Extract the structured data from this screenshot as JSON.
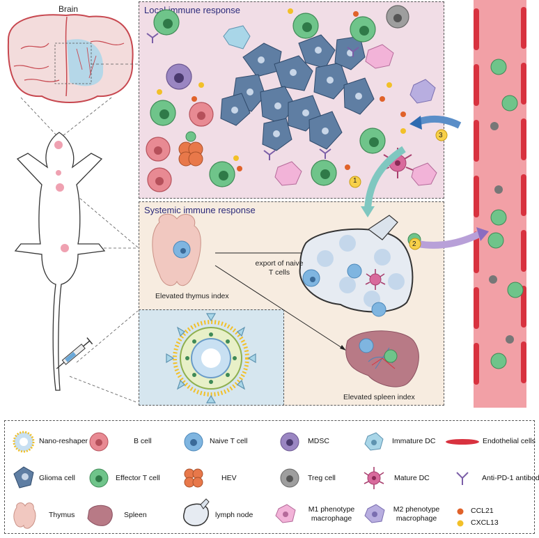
{
  "brain": {
    "label": "Brain"
  },
  "panels": {
    "local": {
      "title": "Local immune response"
    },
    "systemic": {
      "title": "Systemic immune response"
    }
  },
  "systemic_labels": {
    "thymus": "Elevated thymus index",
    "export": "export of naive T cells",
    "spleen": "Elevated spleen index"
  },
  "steps": [
    "1",
    "2",
    "3"
  ],
  "legend": [
    {
      "label": "Nano-reshaper",
      "icon": "nano-reshaper-icon"
    },
    {
      "label": "B cell",
      "icon": "b-cell-icon",
      "color": "#e88a93"
    },
    {
      "label": "Naive T cell",
      "icon": "naive-t-cell-icon",
      "color": "#7fb5e0"
    },
    {
      "label": "MDSC",
      "icon": "mdsc-icon",
      "color": "#9a86c2"
    },
    {
      "label": "Immature DC",
      "icon": "immature-dc-icon",
      "color": "#a9d6e8"
    },
    {
      "label": "Endothelial cells",
      "icon": "endothelial-cell-icon",
      "color": "#d8323f"
    },
    {
      "label": "Glioma cell",
      "icon": "glioma-cell-icon",
      "color": "#5f7ea3"
    },
    {
      "label": "Effector T cell",
      "icon": "effector-t-cell-icon",
      "color": "#6fc48a"
    },
    {
      "label": "HEV",
      "icon": "hev-icon",
      "color": "#e8784a"
    },
    {
      "label": "Treg cell",
      "icon": "treg-cell-icon",
      "color": "#9e9e9e"
    },
    {
      "label": "Mature DC",
      "icon": "mature-dc-icon",
      "color": "#d86a9c"
    },
    {
      "label": "Anti-PD-1 antibody",
      "icon": "antibody-icon",
      "color": "#7b5ea7"
    },
    {
      "label": "Thymus",
      "icon": "thymus-icon",
      "color": "#f1c8c0"
    },
    {
      "label": "Spleen",
      "icon": "spleen-icon",
      "color": "#b87a86"
    },
    {
      "label": "lymph node",
      "icon": "lymph-node-icon",
      "color": "#cfd6df"
    },
    {
      "label": "M1 phenotype macrophage",
      "icon": "m1-macrophage-icon",
      "color": "#f2b3d8"
    },
    {
      "label": "M2 phenotype macrophage",
      "icon": "m2-macrophage-icon",
      "color": "#b8aee0"
    },
    {
      "label": "CCL21",
      "icon": "ccl21-dot-icon",
      "color": "#e0622a"
    },
    {
      "label": "CXCL13",
      "icon": "cxcl13-dot-icon",
      "color": "#f2c028"
    }
  ]
}
